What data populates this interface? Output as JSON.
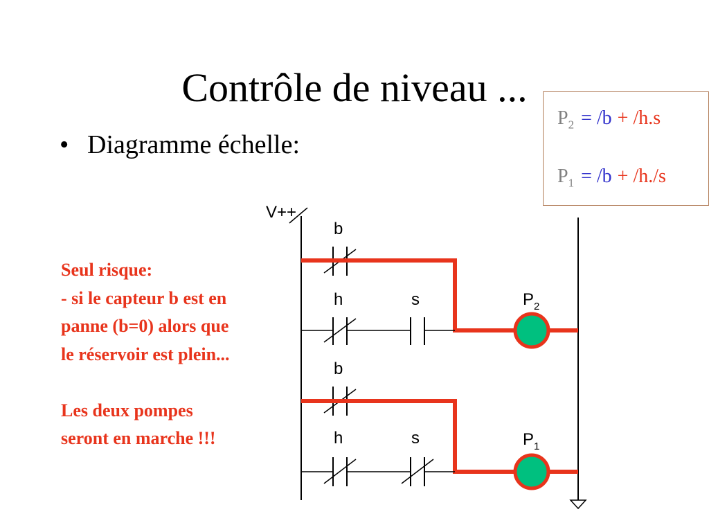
{
  "slide": {
    "title": "Contrôle de niveau ...",
    "bullet_marker": "•",
    "bullet_text": "Diagramme échelle:"
  },
  "equations": [
    {
      "p": "P",
      "sub": "2",
      "a": "= /b",
      "b": "+ /h.s"
    },
    {
      "p": "P",
      "sub": "1",
      "a": "= /b",
      "b": "+ /h./s"
    }
  ],
  "note": [
    "Seul risque:",
    "- si le capteur b est en",
    "panne (b=0) alors que",
    "le réservoir est plein...",
    "",
    "Les deux pompes",
    "seront en marche !!!"
  ],
  "ladder": {
    "supply_label": "V++",
    "contacts": {
      "b_top": "b",
      "h_top": "h",
      "s_top": "s",
      "b_bottom": "b",
      "h_bottom": "h",
      "s_bottom": "s"
    },
    "coils": {
      "p2": {
        "letter": "P",
        "sub": "2"
      },
      "p1": {
        "letter": "P",
        "sub": "1"
      }
    }
  },
  "colors": {
    "accent_red": "#e8341c",
    "coil_fill": "#00c07f",
    "equation_blue": "#3333cc",
    "equation_gray": "#808080",
    "box_border": "#b07a55"
  }
}
